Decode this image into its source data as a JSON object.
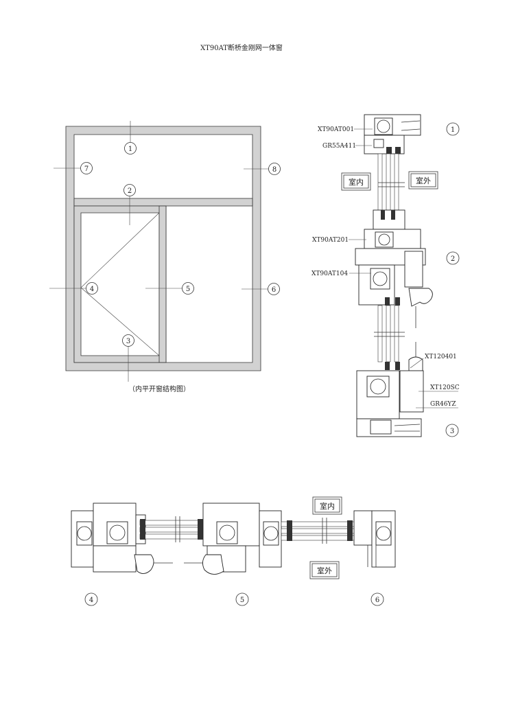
{
  "title": "XT90AT断桥金刚网一体窗",
  "elevation": {
    "caption": "（内平开窗结构图）",
    "markers": [
      "1",
      "2",
      "3",
      "4",
      "5",
      "6",
      "7",
      "8"
    ]
  },
  "vertical_section": {
    "labels": {
      "p1": "XT90AT001",
      "p2": "GR55A411",
      "p3": "XT90AT201",
      "p4": "XT90AT104",
      "p5": "XT120401",
      "p6": "XT120SC",
      "p7": "GR46YZ"
    },
    "inside": "室内",
    "outside": "室外",
    "markers": [
      "1",
      "2",
      "3"
    ]
  },
  "horizontal_section": {
    "inside": "室内",
    "outside": "室外",
    "markers": [
      "4",
      "5",
      "6"
    ]
  }
}
